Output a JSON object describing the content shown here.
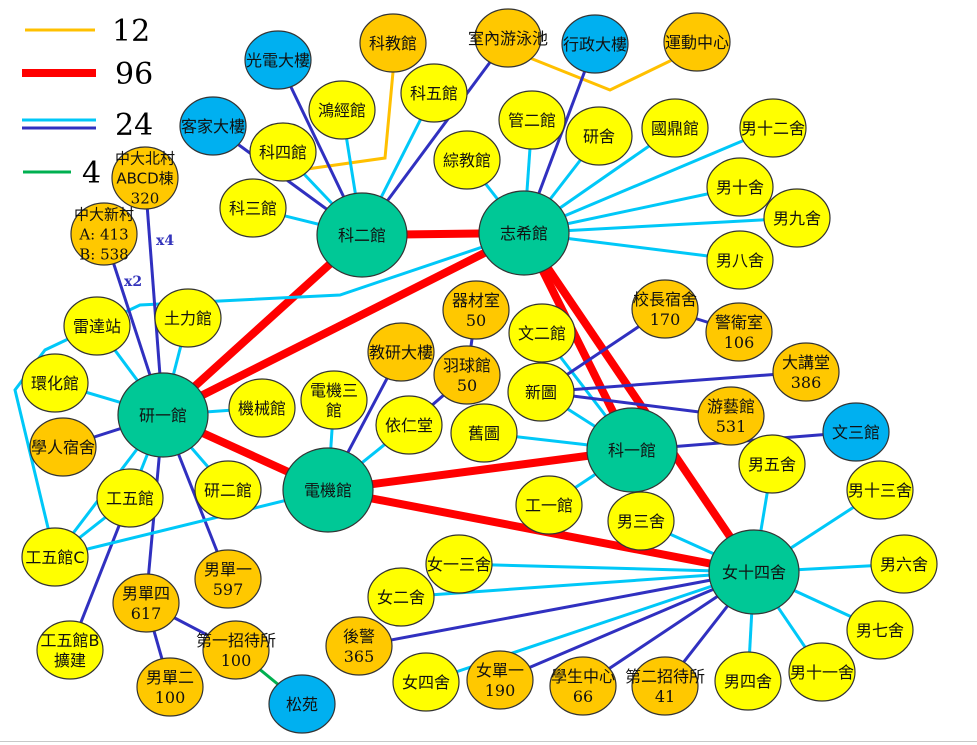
{
  "title": "Campus network link diagram",
  "colors": {
    "hub": "#00c896",
    "yellow": "#ffff00",
    "orange": "#ffc800",
    "blue": "#00b0f0",
    "link_12": "#ffc000",
    "link_96": "#ff0000",
    "link_24_light": "#00c8f8",
    "link_24_dark": "#3030c0",
    "link_4": "#00b050"
  },
  "legend": [
    {
      "id": "l12",
      "label": "12",
      "color": "#ffc000",
      "style": "single-thin"
    },
    {
      "id": "l96",
      "label": "96",
      "color": "#ff0000",
      "style": "thick"
    },
    {
      "id": "l24",
      "label": "24",
      "color": "#00c8f8",
      "color2": "#3030c0",
      "style": "double"
    },
    {
      "id": "l4",
      "label": "4",
      "color": "#00b050",
      "style": "single-thin"
    }
  ],
  "multipliers": [
    {
      "id": "x4",
      "label": "x4"
    },
    {
      "id": "x2",
      "label": "x2"
    }
  ],
  "nodes": [
    {
      "id": "ke2",
      "lines": [
        "科二館"
      ],
      "type": "hub"
    },
    {
      "id": "zhixi",
      "lines": [
        "志希館"
      ],
      "type": "hub"
    },
    {
      "id": "yan1",
      "lines": [
        "研一館"
      ],
      "type": "hub"
    },
    {
      "id": "dianji",
      "lines": [
        "電機館"
      ],
      "type": "hub"
    },
    {
      "id": "ke1",
      "lines": [
        "科一館"
      ],
      "type": "hub"
    },
    {
      "id": "nv14",
      "lines": [
        "女十四舍"
      ],
      "type": "hub"
    },
    {
      "id": "guangdian",
      "lines": [
        "光電大樓"
      ],
      "type": "blue"
    },
    {
      "id": "kejia",
      "lines": [
        "客家大樓"
      ],
      "type": "blue"
    },
    {
      "id": "xingzheng",
      "lines": [
        "行政大樓"
      ],
      "type": "blue"
    },
    {
      "id": "wen3",
      "lines": [
        "文三館"
      ],
      "type": "blue"
    },
    {
      "id": "songyuan",
      "lines": [
        "松苑"
      ],
      "type": "blue"
    },
    {
      "id": "kejiao",
      "lines": [
        "科教館"
      ],
      "type": "orange"
    },
    {
      "id": "pool",
      "lines": [
        "室內游泳池"
      ],
      "type": "orange"
    },
    {
      "id": "sport",
      "lines": [
        "運動中心"
      ],
      "type": "orange"
    },
    {
      "id": "beicun",
      "lines": [
        "中大北村",
        "ABCD棟",
        "320"
      ],
      "type": "orange"
    },
    {
      "id": "xincun",
      "lines": [
        "中大新村",
        "A: 413",
        "B: 538"
      ],
      "type": "orange"
    },
    {
      "id": "qicai",
      "lines": [
        "器材室",
        "50"
      ],
      "type": "orange"
    },
    {
      "id": "jiaoyan",
      "lines": [
        "教研大樓"
      ],
      "type": "orange"
    },
    {
      "id": "yuqiu",
      "lines": [
        "羽球館",
        "50"
      ],
      "type": "orange"
    },
    {
      "id": "xiaozhang",
      "lines": [
        "校長宿舍",
        "170"
      ],
      "type": "orange"
    },
    {
      "id": "jingwei",
      "lines": [
        "警衛室",
        "106"
      ],
      "type": "orange"
    },
    {
      "id": "dajiang",
      "lines": [
        "大講堂",
        "386"
      ],
      "type": "orange"
    },
    {
      "id": "youyi",
      "lines": [
        "游藝館",
        "531"
      ],
      "type": "orange"
    },
    {
      "id": "xueren",
      "lines": [
        "學人宿舍"
      ],
      "type": "orange"
    },
    {
      "id": "nandan1",
      "lines": [
        "男單一",
        "597"
      ],
      "type": "orange"
    },
    {
      "id": "nandan4",
      "lines": [
        "男單四",
        "617"
      ],
      "type": "orange"
    },
    {
      "id": "zhaodai1",
      "lines": [
        "第一招待所",
        "100"
      ],
      "type": "orange"
    },
    {
      "id": "nandan2",
      "lines": [
        "男單二",
        "100"
      ],
      "type": "orange"
    },
    {
      "id": "houjing",
      "lines": [
        "後警",
        "365"
      ],
      "type": "orange"
    },
    {
      "id": "nvdan1",
      "lines": [
        "女單一",
        "190"
      ],
      "type": "orange"
    },
    {
      "id": "xuesheng",
      "lines": [
        "學生中心",
        "66"
      ],
      "type": "orange"
    },
    {
      "id": "zhaodai2",
      "lines": [
        "第二招待所",
        "41"
      ],
      "type": "orange"
    },
    {
      "id": "hongjing",
      "lines": [
        "鴻經館"
      ],
      "type": "yellow"
    },
    {
      "id": "ke5",
      "lines": [
        "科五館"
      ],
      "type": "yellow"
    },
    {
      "id": "ke4",
      "lines": [
        "科四館"
      ],
      "type": "yellow"
    },
    {
      "id": "ke3",
      "lines": [
        "科三館"
      ],
      "type": "yellow"
    },
    {
      "id": "zongjiao",
      "lines": [
        "綜教館"
      ],
      "type": "yellow"
    },
    {
      "id": "guan2",
      "lines": [
        "管二館"
      ],
      "type": "yellow"
    },
    {
      "id": "yanshe",
      "lines": [
        "研舍"
      ],
      "type": "yellow"
    },
    {
      "id": "guoding",
      "lines": [
        "國鼎館"
      ],
      "type": "yellow"
    },
    {
      "id": "nan12",
      "lines": [
        "男十二舍"
      ],
      "type": "yellow"
    },
    {
      "id": "nan10",
      "lines": [
        "男十舍"
      ],
      "type": "yellow"
    },
    {
      "id": "nan9",
      "lines": [
        "男九舍"
      ],
      "type": "yellow"
    },
    {
      "id": "nan8",
      "lines": [
        "男八舍"
      ],
      "type": "yellow"
    },
    {
      "id": "leida",
      "lines": [
        "雷達站"
      ],
      "type": "yellow"
    },
    {
      "id": "tuli",
      "lines": [
        "土力館"
      ],
      "type": "yellow"
    },
    {
      "id": "huanhua",
      "lines": [
        "環化館"
      ],
      "type": "yellow"
    },
    {
      "id": "jixie",
      "lines": [
        "機械館"
      ],
      "type": "yellow"
    },
    {
      "id": "dianji3",
      "lines": [
        "電機三",
        "館"
      ],
      "type": "yellow"
    },
    {
      "id": "yiren",
      "lines": [
        "依仁堂"
      ],
      "type": "yellow"
    },
    {
      "id": "wen2",
      "lines": [
        "文二館"
      ],
      "type": "yellow"
    },
    {
      "id": "xintu",
      "lines": [
        "新圖"
      ],
      "type": "yellow"
    },
    {
      "id": "jiutu",
      "lines": [
        "舊圖"
      ],
      "type": "yellow"
    },
    {
      "id": "gong1",
      "lines": [
        "工一館"
      ],
      "type": "yellow"
    },
    {
      "id": "gong5",
      "lines": [
        "工五館"
      ],
      "type": "yellow"
    },
    {
      "id": "yan2",
      "lines": [
        "研二館"
      ],
      "type": "yellow"
    },
    {
      "id": "gong5c",
      "lines": [
        "工五館C"
      ],
      "type": "yellow"
    },
    {
      "id": "gong5b",
      "lines": [
        "工五館B",
        "擴建"
      ],
      "type": "yellow"
    },
    {
      "id": "nan5",
      "lines": [
        "男五舍"
      ],
      "type": "yellow"
    },
    {
      "id": "nan13",
      "lines": [
        "男十三舍"
      ],
      "type": "yellow"
    },
    {
      "id": "nan3",
      "lines": [
        "男三舍"
      ],
      "type": "yellow"
    },
    {
      "id": "nan6",
      "lines": [
        "男六舍"
      ],
      "type": "yellow"
    },
    {
      "id": "nan7",
      "lines": [
        "男七舍"
      ],
      "type": "yellow"
    },
    {
      "id": "nan11",
      "lines": [
        "男十一舍"
      ],
      "type": "yellow"
    },
    {
      "id": "nan4",
      "lines": [
        "男四舍"
      ],
      "type": "yellow"
    },
    {
      "id": "nv13",
      "lines": [
        "女一三舍"
      ],
      "type": "yellow"
    },
    {
      "id": "nv2",
      "lines": [
        "女二舍"
      ],
      "type": "yellow"
    },
    {
      "id": "nv4",
      "lines": [
        "女四舍"
      ],
      "type": "yellow"
    }
  ],
  "edges": [
    {
      "from": "ke2",
      "to": "zhixi",
      "capacity": "96"
    },
    {
      "from": "ke2",
      "to": "yan1",
      "capacity": "96"
    },
    {
      "from": "zhixi",
      "to": "yan1",
      "capacity": "96"
    },
    {
      "from": "zhixi",
      "to": "ke1",
      "capacity": "96"
    },
    {
      "from": "zhixi",
      "to": "nv14",
      "capacity": "96"
    },
    {
      "from": "yan1",
      "to": "dianji",
      "capacity": "96"
    },
    {
      "from": "dianji",
      "to": "ke1",
      "capacity": "96"
    },
    {
      "from": "dianji",
      "to": "nv14",
      "capacity": "96"
    },
    {
      "from": "ke4",
      "to": "kejiao",
      "capacity": "12"
    },
    {
      "from": "pool",
      "to": "sport",
      "capacity": "12"
    },
    {
      "from": "zhaodai1",
      "to": "songyuan",
      "capacity": "4"
    },
    {
      "from": "guangdian",
      "to": "ke2",
      "capacity": "24-dark"
    },
    {
      "from": "kejia",
      "to": "ke2",
      "capacity": "24-dark"
    },
    {
      "from": "pool",
      "to": "ke2",
      "capacity": "24-dark"
    },
    {
      "from": "hongjing",
      "to": "ke2",
      "capacity": "24-light"
    },
    {
      "from": "ke5",
      "to": "ke2",
      "capacity": "24-light"
    },
    {
      "from": "ke4",
      "to": "ke2",
      "capacity": "24-light"
    },
    {
      "from": "ke3",
      "to": "ke2",
      "capacity": "24-light"
    },
    {
      "from": "xingzheng",
      "to": "zhixi",
      "capacity": "24-dark"
    },
    {
      "from": "zongjiao",
      "to": "zhixi",
      "capacity": "24-light"
    },
    {
      "from": "guan2",
      "to": "zhixi",
      "capacity": "24-light"
    },
    {
      "from": "yanshe",
      "to": "zhixi",
      "capacity": "24-light"
    },
    {
      "from": "guoding",
      "to": "zhixi",
      "capacity": "24-light"
    },
    {
      "from": "nan12",
      "to": "zhixi",
      "capacity": "24-light"
    },
    {
      "from": "nan10",
      "to": "zhixi",
      "capacity": "24-light"
    },
    {
      "from": "nan9",
      "to": "zhixi",
      "capacity": "24-light"
    },
    {
      "from": "nan8",
      "to": "zhixi",
      "capacity": "24-light"
    },
    {
      "from": "zhixi",
      "to": "gong5c",
      "capacity": "24-light",
      "via": "loop"
    },
    {
      "from": "beicun",
      "to": "yan1",
      "capacity": "24-dark",
      "multiplier": "x4"
    },
    {
      "from": "xincun",
      "to": "yan1",
      "capacity": "24-dark",
      "multiplier": "x2"
    },
    {
      "from": "leida",
      "to": "yan1",
      "capacity": "24-light"
    },
    {
      "from": "tuli",
      "to": "yan1",
      "capacity": "24-light"
    },
    {
      "from": "huanhua",
      "to": "yan1",
      "capacity": "24-light"
    },
    {
      "from": "xueren",
      "to": "yan1",
      "capacity": "24-dark"
    },
    {
      "from": "jixie",
      "to": "yan1",
      "capacity": "24-light"
    },
    {
      "from": "gong5",
      "to": "yan1",
      "capacity": "24-light"
    },
    {
      "from": "yan2",
      "to": "yan1",
      "capacity": "24-light"
    },
    {
      "from": "gong5c",
      "to": "yan1",
      "capacity": "24-light"
    },
    {
      "from": "nandan1",
      "to": "yan1",
      "capacity": "24-dark"
    },
    {
      "from": "nandan4",
      "to": "yan1",
      "capacity": "24-dark"
    },
    {
      "from": "gong5",
      "to": "gong5c",
      "capacity": "24-light"
    },
    {
      "from": "gong5",
      "to": "gong5b",
      "capacity": "24-dark"
    },
    {
      "from": "gong5c",
      "to": "dianji",
      "capacity": "24-light"
    },
    {
      "from": "nandan4",
      "to": "zhaodai1",
      "capacity": "24-dark"
    },
    {
      "from": "nandan4",
      "to": "nandan2",
      "capacity": "24-dark"
    },
    {
      "from": "dianji3",
      "to": "dianji",
      "capacity": "24-light"
    },
    {
      "from": "jiaoyan",
      "to": "dianji",
      "capacity": "24-dark"
    },
    {
      "from": "yiren",
      "to": "dianji",
      "capacity": "24-light"
    },
    {
      "from": "qicai",
      "to": "yuqiu",
      "capacity": "24-dark"
    },
    {
      "from": "yuqiu",
      "to": "yiren",
      "capacity": "24-dark"
    },
    {
      "from": "wen2",
      "to": "ke1",
      "capacity": "24-light"
    },
    {
      "from": "xintu",
      "to": "ke1",
      "capacity": "24-light"
    },
    {
      "from": "jiutu",
      "to": "ke1",
      "capacity": "24-light"
    },
    {
      "from": "gong1",
      "to": "ke1",
      "capacity": "24-light"
    },
    {
      "from": "wen3",
      "to": "ke1",
      "capacity": "24-dark"
    },
    {
      "from": "xintu",
      "to": "xiaozhang",
      "capacity": "24-dark"
    },
    {
      "from": "xiaozhang",
      "to": "jingwei",
      "capacity": "24-dark"
    },
    {
      "from": "xintu",
      "to": "dajiang",
      "capacity": "24-dark"
    },
    {
      "from": "xintu",
      "to": "youyi",
      "capacity": "24-dark"
    },
    {
      "from": "nan5",
      "to": "nv14",
      "capacity": "24-light"
    },
    {
      "from": "nan13",
      "to": "nv14",
      "capacity": "24-light"
    },
    {
      "from": "nan3",
      "to": "nv14",
      "capacity": "24-light"
    },
    {
      "from": "nan6",
      "to": "nv14",
      "capacity": "24-light"
    },
    {
      "from": "nan7",
      "to": "nv14",
      "capacity": "24-light"
    },
    {
      "from": "nan11",
      "to": "nv14",
      "capacity": "24-light"
    },
    {
      "from": "nan4",
      "to": "nv14",
      "capacity": "24-light"
    },
    {
      "from": "nv13",
      "to": "nv14",
      "capacity": "24-light"
    },
    {
      "from": "nv2",
      "to": "nv14",
      "capacity": "24-light"
    },
    {
      "from": "nv4",
      "to": "nv14",
      "capacity": "24-light"
    },
    {
      "from": "houjing",
      "to": "nv14",
      "capacity": "24-dark"
    },
    {
      "from": "nvdan1",
      "to": "nv14",
      "capacity": "24-dark"
    },
    {
      "from": "xuesheng",
      "to": "nv14",
      "capacity": "24-dark"
    },
    {
      "from": "zhaodai2",
      "to": "nv14",
      "capacity": "24-dark"
    }
  ]
}
